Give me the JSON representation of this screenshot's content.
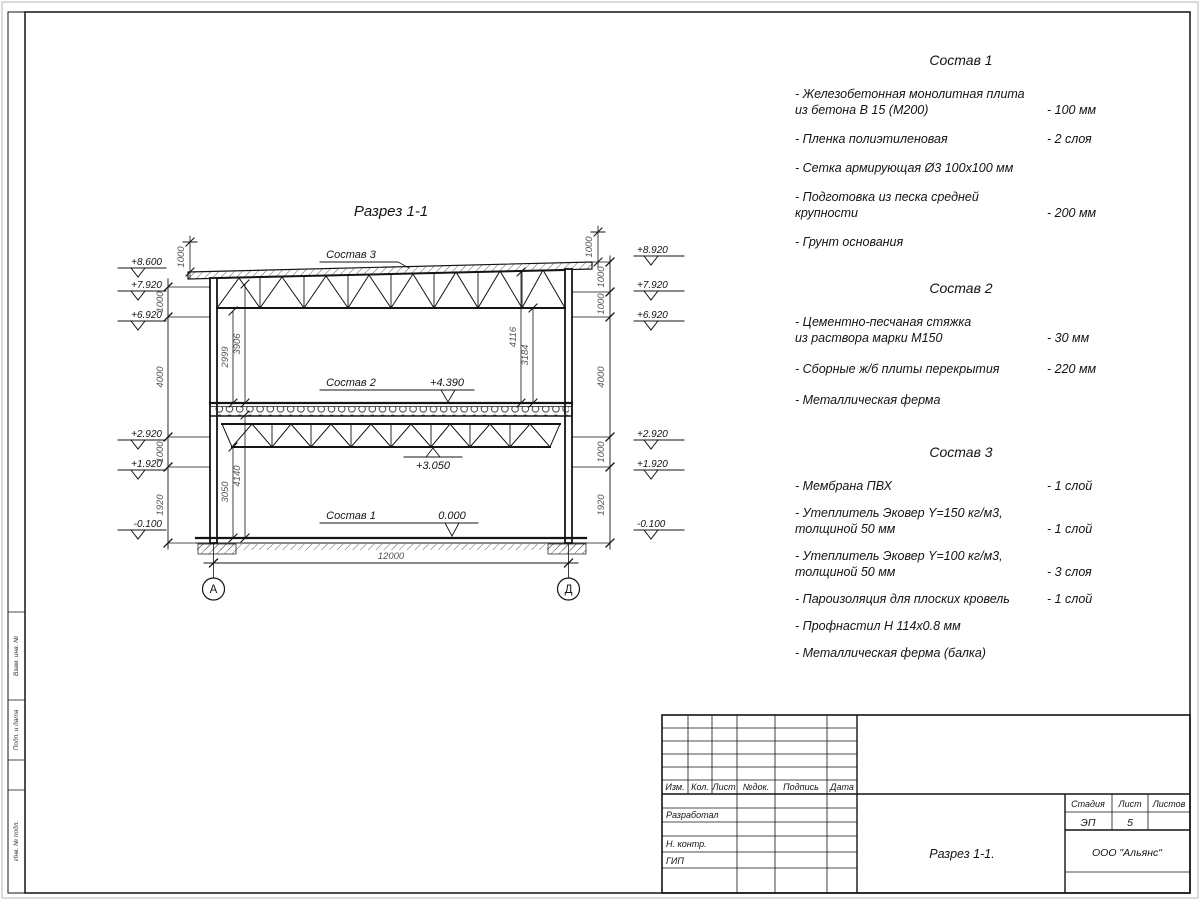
{
  "sheet": {
    "drawing_title": "Разрез 1-1"
  },
  "drawing": {
    "elev_left": [
      "+8.600",
      "+7.920",
      "+6.920",
      "+2.920",
      "+1.920",
      "-0.100"
    ],
    "elev_right": [
      "+8.920",
      "+7.920",
      "+6.920",
      "+2.920",
      "+1.920",
      "-0.100"
    ],
    "chain_left": [
      "1000",
      "4000",
      "1000",
      "1920"
    ],
    "chain_right": [
      "1000",
      "1000",
      "4000",
      "1000",
      "1920"
    ],
    "top_dims": [
      "1000",
      "1000"
    ],
    "inner_left": [
      "2999",
      "3906",
      "3050",
      "4140"
    ],
    "inner_right": [
      "4116",
      "3184"
    ],
    "span": "12000",
    "level_mid": "+4.390",
    "level_truss": "+3.050",
    "level_floor": "0.000",
    "callout_1": "Состав 1",
    "callout_2": "Состав 2",
    "callout_3": "Состав 3",
    "axis_left": "А",
    "axis_right": "Д"
  },
  "specs": [
    {
      "title": "Состав 1",
      "items": [
        {
          "name": "- Железобетонная  монолитная плита\nиз бетона В 15 (М200)",
          "value": "- 100 мм"
        },
        {
          "name": "- Пленка полиэтиленовая",
          "value": "- 2 слоя"
        },
        {
          "name": "- Сетка армирующая Ø3 100х100 мм",
          "value": ""
        },
        {
          "name": "- Подготовка из песка средней\nкрупности",
          "value": "- 200 мм"
        },
        {
          "name": "- Грунт основания",
          "value": ""
        }
      ]
    },
    {
      "title": "Состав 2",
      "items": [
        {
          "name": "- Цементно-песчаная стяжка\nиз раствора марки М150",
          "value": "- 30 мм"
        },
        {
          "name": "- Сборные ж/б плиты перекрытия",
          "value": "- 220 мм"
        },
        {
          "name": "- Металлическая ферма",
          "value": ""
        }
      ]
    },
    {
      "title": "Состав 3",
      "items": [
        {
          "name": "- Мембрана ПВХ",
          "value": "- 1 слой"
        },
        {
          "name": "- Утеплитель Эковер Y=150 кг/м3,\nтолщиной 50 мм",
          "value": "- 1 слой"
        },
        {
          "name": "- Утеплитель Эковер Y=100 кг/м3,\nтолщиной 50 мм",
          "value": "- 3 слоя"
        },
        {
          "name": "- Пароизоляция для плоских кровель",
          "value": "- 1 слой"
        },
        {
          "name": "- Профнастил Н 114х0.8 мм",
          "value": ""
        },
        {
          "name": "- Металлическая ферма (балка)",
          "value": ""
        }
      ]
    }
  ],
  "titleblock": {
    "columns": [
      "Изм.",
      "Кол.",
      "Лист",
      "№док.",
      "Подпись",
      "Дата"
    ],
    "roles": [
      "Разработал",
      "Н. контр.",
      "ГИП"
    ],
    "doc_name": "Разрез  1-1.",
    "stage_label": "Стадия",
    "sheet_label": "Лист",
    "sheets_label": "Листов",
    "stage": "ЭП",
    "sheet_no": "5",
    "company": "ООО \"Альянс\""
  },
  "stamp": {
    "labels": [
      "Взам. инв. №",
      "Подп. и дата",
      "Инв. № подл."
    ]
  }
}
